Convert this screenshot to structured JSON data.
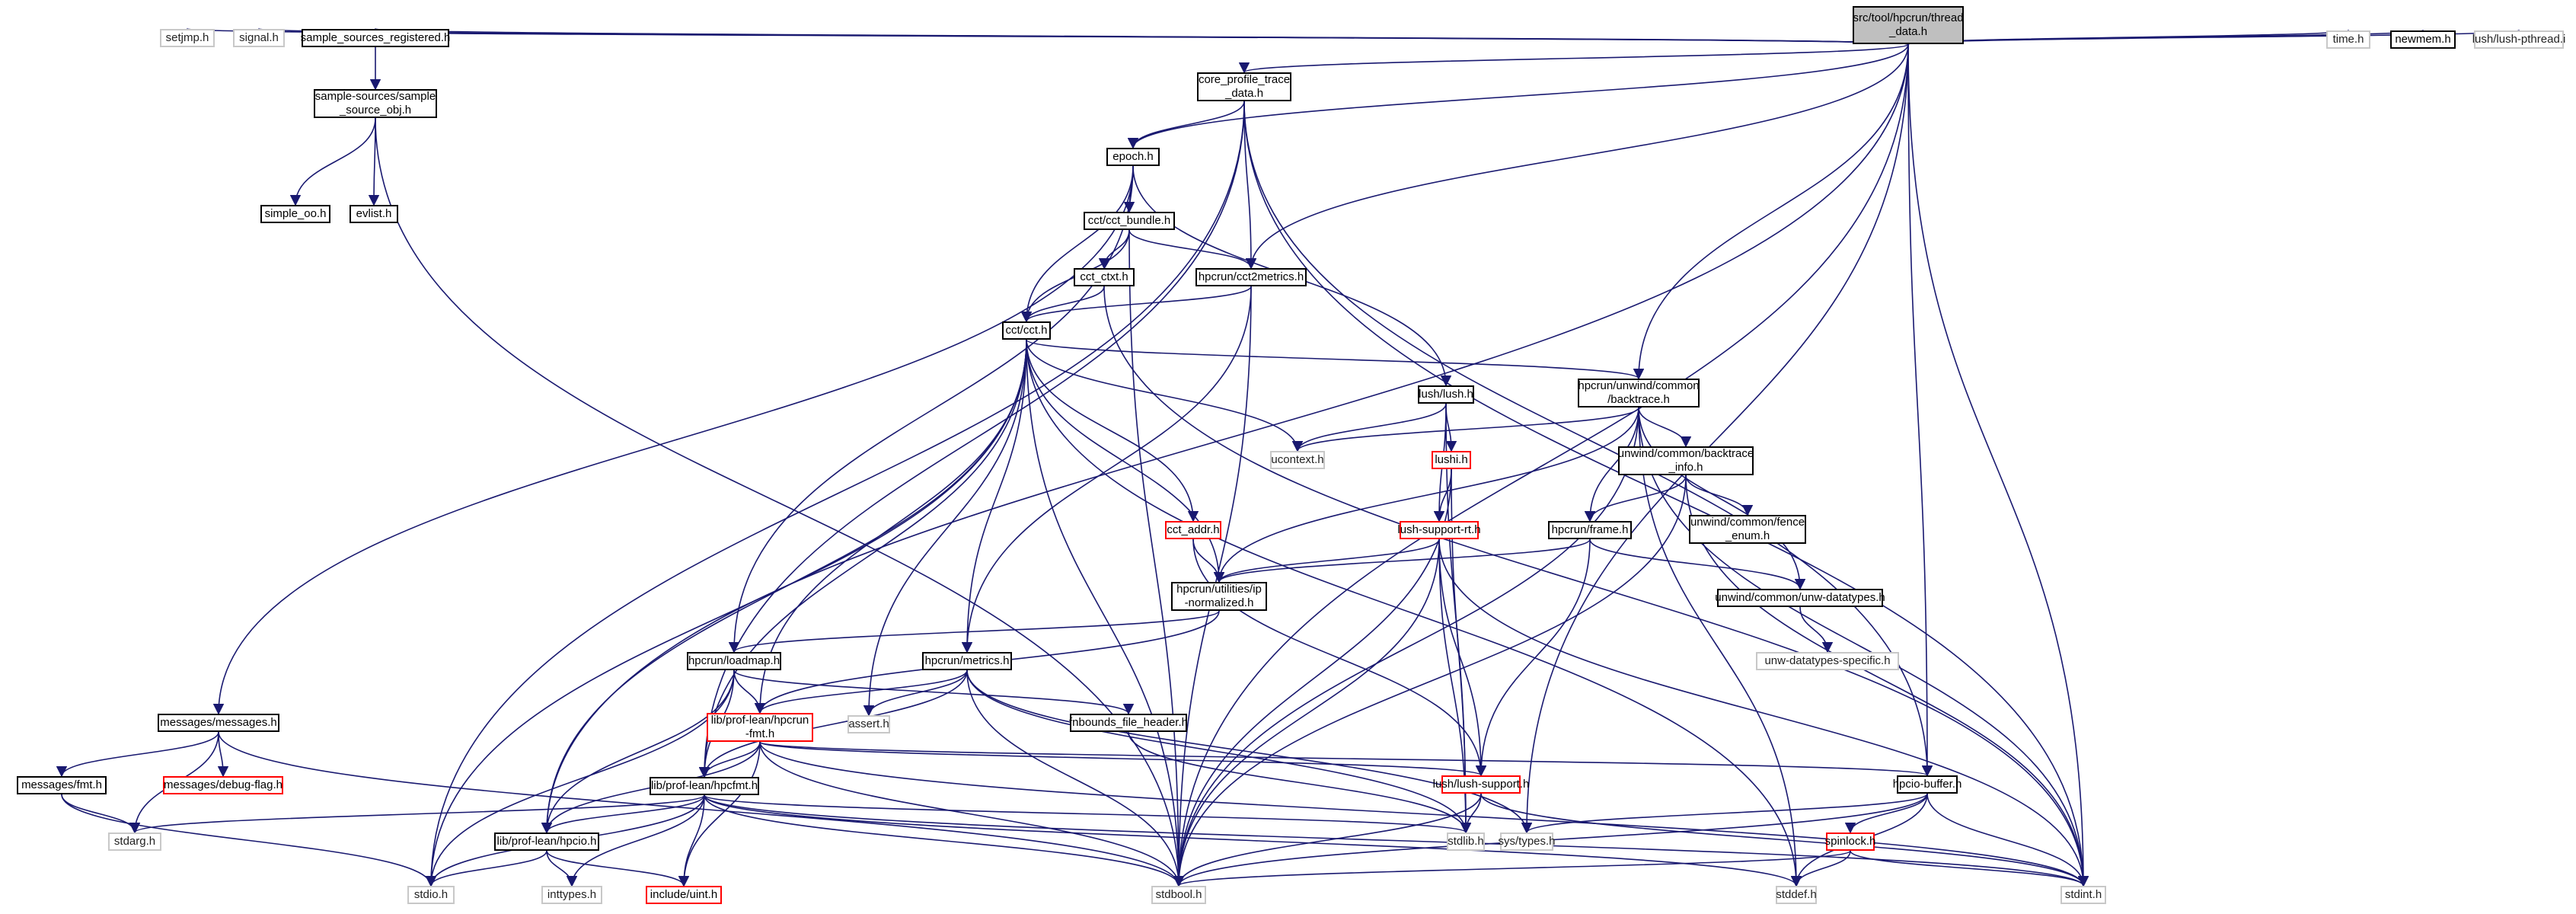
{
  "graph": {
    "title": "src/tool/hpcrun/thread_data.h include dependency graph",
    "edge_color": "#191970",
    "legend": {
      "root_fill": "#bfbfbf",
      "documented_border": "#000000",
      "external_border": "#c8c8c8",
      "truncated_border": "#ff0000"
    },
    "nodes": [
      {
        "id": "root",
        "label": "src/tool/hpcrun/thread\n_data.h",
        "kind": "root"
      },
      {
        "id": "setjmp",
        "label": "setjmp.h",
        "kind": "ext"
      },
      {
        "id": "signal",
        "label": "signal.h",
        "kind": "ext"
      },
      {
        "id": "ssreg",
        "label": "sample_sources_registered.h",
        "kind": "doc"
      },
      {
        "id": "ssobj",
        "label": "sample-sources/sample\n_source_obj.h",
        "kind": "doc"
      },
      {
        "id": "simpleoo",
        "label": "simple_oo.h",
        "kind": "doc"
      },
      {
        "id": "evlist",
        "label": "evlist.h",
        "kind": "doc"
      },
      {
        "id": "cptd",
        "label": "core_profile_trace\n_data.h",
        "kind": "doc"
      },
      {
        "id": "epoch",
        "label": "epoch.h",
        "kind": "doc"
      },
      {
        "id": "cctbundle",
        "label": "cct/cct_bundle.h",
        "kind": "doc"
      },
      {
        "id": "cctctxt",
        "label": "cct_ctxt.h",
        "kind": "doc"
      },
      {
        "id": "cct2m",
        "label": "hpcrun/cct2metrics.h",
        "kind": "doc"
      },
      {
        "id": "cct",
        "label": "cct/cct.h",
        "kind": "doc"
      },
      {
        "id": "lush",
        "label": "lush/lush.h",
        "kind": "doc"
      },
      {
        "id": "backtrace",
        "label": "hpcrun/unwind/common\n/backtrace.h",
        "kind": "doc"
      },
      {
        "id": "ucontext",
        "label": "ucontext.h",
        "kind": "ext"
      },
      {
        "id": "lushi",
        "label": "lushi.h",
        "kind": "trunc"
      },
      {
        "id": "btinfo",
        "label": "unwind/common/backtrace\n_info.h",
        "kind": "doc"
      },
      {
        "id": "fence",
        "label": "unwind/common/fence\n_enum.h",
        "kind": "doc"
      },
      {
        "id": "cctaddr",
        "label": "cct_addr.h",
        "kind": "trunc"
      },
      {
        "id": "lushrt",
        "label": "lush-support-rt.h",
        "kind": "trunc"
      },
      {
        "id": "frame",
        "label": "hpcrun/frame.h",
        "kind": "doc"
      },
      {
        "id": "ipnorm",
        "label": "hpcrun/utilities/ip\n-normalized.h",
        "kind": "doc"
      },
      {
        "id": "unwdt",
        "label": "unwind/common/unw-datatypes.h",
        "kind": "doc"
      },
      {
        "id": "unwspec",
        "label": "unw-datatypes-specific.h",
        "kind": "ext"
      },
      {
        "id": "loadmap",
        "label": "hpcrun/loadmap.h",
        "kind": "doc"
      },
      {
        "id": "metrics",
        "label": "hpcrun/metrics.h",
        "kind": "doc"
      },
      {
        "id": "messages",
        "label": "messages/messages.h",
        "kind": "doc"
      },
      {
        "id": "hpcrunfmt",
        "label": "lib/prof-lean/hpcrun\n-fmt.h",
        "kind": "trunc"
      },
      {
        "id": "assert",
        "label": "assert.h",
        "kind": "ext"
      },
      {
        "id": "fnbounds",
        "label": "fnbounds_file_header.h",
        "kind": "doc"
      },
      {
        "id": "msgfmt",
        "label": "messages/fmt.h",
        "kind": "doc"
      },
      {
        "id": "debugflag",
        "label": "messages/debug-flag.h",
        "kind": "trunc"
      },
      {
        "id": "hpcfmt",
        "label": "lib/prof-lean/hpcfmt.h",
        "kind": "doc"
      },
      {
        "id": "lushsupport",
        "label": "lush/lush-support.h",
        "kind": "trunc"
      },
      {
        "id": "hpciobuf",
        "label": "hpcio-buffer.h",
        "kind": "doc"
      },
      {
        "id": "stdarg",
        "label": "stdarg.h",
        "kind": "ext"
      },
      {
        "id": "hpcio",
        "label": "lib/prof-lean/hpcio.h",
        "kind": "doc"
      },
      {
        "id": "stdlib",
        "label": "stdlib.h",
        "kind": "ext"
      },
      {
        "id": "systypes",
        "label": "sys/types.h",
        "kind": "ext"
      },
      {
        "id": "spinlock",
        "label": "spinlock.h",
        "kind": "trunc"
      },
      {
        "id": "stdio",
        "label": "stdio.h",
        "kind": "ext"
      },
      {
        "id": "inttypes",
        "label": "inttypes.h",
        "kind": "ext"
      },
      {
        "id": "uint",
        "label": "include/uint.h",
        "kind": "trunc"
      },
      {
        "id": "stdbool",
        "label": "stdbool.h",
        "kind": "ext"
      },
      {
        "id": "stddef",
        "label": "stddef.h",
        "kind": "ext"
      },
      {
        "id": "stdint",
        "label": "stdint.h",
        "kind": "ext"
      },
      {
        "id": "time",
        "label": "time.h",
        "kind": "ext"
      },
      {
        "id": "newmem",
        "label": "newmem.h",
        "kind": "doc"
      },
      {
        "id": "lushpthread",
        "label": "lush/lush-pthread.i",
        "kind": "ext"
      }
    ],
    "edges": [
      [
        "root",
        "setjmp"
      ],
      [
        "root",
        "signal"
      ],
      [
        "root",
        "ssreg"
      ],
      [
        "root",
        "cptd"
      ],
      [
        "root",
        "epoch"
      ],
      [
        "root",
        "cct2m"
      ],
      [
        "root",
        "backtrace"
      ],
      [
        "root",
        "hpcio"
      ],
      [
        "root",
        "systypes"
      ],
      [
        "root",
        "hpciobuf"
      ],
      [
        "root",
        "stdbool"
      ],
      [
        "root",
        "stdint"
      ],
      [
        "root",
        "time"
      ],
      [
        "root",
        "newmem"
      ],
      [
        "root",
        "lushpthread"
      ],
      [
        "ssreg",
        "ssobj"
      ],
      [
        "ssobj",
        "simpleoo"
      ],
      [
        "ssobj",
        "evlist"
      ],
      [
        "ssobj",
        "stdbool"
      ],
      [
        "cptd",
        "epoch"
      ],
      [
        "cptd",
        "cct2m"
      ],
      [
        "cptd",
        "hpcfmt"
      ],
      [
        "cptd",
        "stdio"
      ],
      [
        "cptd",
        "stdint"
      ],
      [
        "cptd",
        "hpciobuf"
      ],
      [
        "epoch",
        "cctbundle"
      ],
      [
        "epoch",
        "cct"
      ],
      [
        "epoch",
        "loadmap"
      ],
      [
        "epoch",
        "lush"
      ],
      [
        "epoch",
        "messages"
      ],
      [
        "cctbundle",
        "cctctxt"
      ],
      [
        "cctbundle",
        "cct2m"
      ],
      [
        "cctbundle",
        "cct"
      ],
      [
        "cctbundle",
        "stdbool"
      ],
      [
        "cctctxt",
        "cct"
      ],
      [
        "cctctxt",
        "stdint"
      ],
      [
        "cct2m",
        "cct"
      ],
      [
        "cct2m",
        "metrics"
      ],
      [
        "cct2m",
        "stdbool"
      ],
      [
        "cct",
        "ucontext"
      ],
      [
        "cct",
        "cctaddr"
      ],
      [
        "cct",
        "ipnorm"
      ],
      [
        "cct",
        "backtrace"
      ],
      [
        "cct",
        "metrics"
      ],
      [
        "cct",
        "hpcrunfmt"
      ],
      [
        "cct",
        "hpcfmt"
      ],
      [
        "cct",
        "hpcio"
      ],
      [
        "cct",
        "assert"
      ],
      [
        "cct",
        "stdio"
      ],
      [
        "cct",
        "stdbool"
      ],
      [
        "cct",
        "stddef"
      ],
      [
        "lush",
        "ucontext"
      ],
      [
        "lush",
        "lushi"
      ],
      [
        "lush",
        "lushrt"
      ],
      [
        "lush",
        "stdlib"
      ],
      [
        "backtrace",
        "ucontext"
      ],
      [
        "backtrace",
        "btinfo"
      ],
      [
        "backtrace",
        "frame"
      ],
      [
        "backtrace",
        "unwdt"
      ],
      [
        "backtrace",
        "ipnorm"
      ],
      [
        "backtrace",
        "stdbool"
      ],
      [
        "backtrace",
        "stdint"
      ],
      [
        "backtrace",
        "stddef"
      ],
      [
        "btinfo",
        "frame"
      ],
      [
        "btinfo",
        "fence"
      ],
      [
        "btinfo",
        "stdbool"
      ],
      [
        "btinfo",
        "stdint"
      ],
      [
        "lushi",
        "lushrt"
      ],
      [
        "lushi",
        "stdbool"
      ],
      [
        "lushi",
        "stdlib"
      ],
      [
        "cctaddr",
        "ipnorm"
      ],
      [
        "cctaddr",
        "lushsupport"
      ],
      [
        "lushrt",
        "ipnorm"
      ],
      [
        "lushrt",
        "lushsupport"
      ],
      [
        "lushrt",
        "stdlib"
      ],
      [
        "lushrt",
        "stdbool"
      ],
      [
        "lushrt",
        "stdint"
      ],
      [
        "frame",
        "unwdt"
      ],
      [
        "frame",
        "ipnorm"
      ],
      [
        "frame",
        "lushsupport"
      ],
      [
        "unwdt",
        "unwspec"
      ],
      [
        "ipnorm",
        "loadmap"
      ],
      [
        "ipnorm",
        "hpcrunfmt"
      ],
      [
        "loadmap",
        "hpcrunfmt"
      ],
      [
        "loadmap",
        "hpcfmt"
      ],
      [
        "loadmap",
        "hpcio"
      ],
      [
        "loadmap",
        "fnbounds"
      ],
      [
        "loadmap",
        "stdio"
      ],
      [
        "metrics",
        "hpcrunfmt"
      ],
      [
        "metrics",
        "assert"
      ],
      [
        "metrics",
        "hpcfmt"
      ],
      [
        "metrics",
        "stdbool"
      ],
      [
        "metrics",
        "systypes"
      ],
      [
        "metrics",
        "stdlib"
      ],
      [
        "messages",
        "msgfmt"
      ],
      [
        "messages",
        "debugflag"
      ],
      [
        "messages",
        "stdarg"
      ],
      [
        "messages",
        "stdbool"
      ],
      [
        "msgfmt",
        "stdarg"
      ],
      [
        "msgfmt",
        "stdio"
      ],
      [
        "hpcrunfmt",
        "hpcfmt"
      ],
      [
        "hpcrunfmt",
        "hpcio"
      ],
      [
        "hpcrunfmt",
        "uint"
      ],
      [
        "hpcrunfmt",
        "stdbool"
      ],
      [
        "hpcrunfmt",
        "lushsupport"
      ],
      [
        "hpcrunfmt",
        "hpciobuf"
      ],
      [
        "hpcrunfmt",
        "stdint"
      ],
      [
        "fnbounds",
        "stdlib"
      ],
      [
        "hpcfmt",
        "hpcio"
      ],
      [
        "hpcfmt",
        "stdio"
      ],
      [
        "hpcfmt",
        "stdarg"
      ],
      [
        "hpcfmt",
        "inttypes"
      ],
      [
        "hpcfmt",
        "uint"
      ],
      [
        "hpcfmt",
        "stdbool"
      ],
      [
        "hpcfmt",
        "stdlib"
      ],
      [
        "hpcfmt",
        "stddef"
      ],
      [
        "hpcfmt",
        "stdint"
      ],
      [
        "lushsupport",
        "stdlib"
      ],
      [
        "lushsupport",
        "stdbool"
      ],
      [
        "lushsupport",
        "stdint"
      ],
      [
        "hpciobuf",
        "spinlock"
      ],
      [
        "hpciobuf",
        "systypes"
      ],
      [
        "hpciobuf",
        "stdbool"
      ],
      [
        "hpciobuf",
        "stdint"
      ],
      [
        "hpciobuf",
        "stddef"
      ],
      [
        "spinlock",
        "stdbool"
      ],
      [
        "spinlock",
        "stddef"
      ],
      [
        "spinlock",
        "stdint"
      ],
      [
        "hpcio",
        "stdio"
      ],
      [
        "hpcio",
        "inttypes"
      ],
      [
        "hpcio",
        "uint"
      ]
    ]
  }
}
